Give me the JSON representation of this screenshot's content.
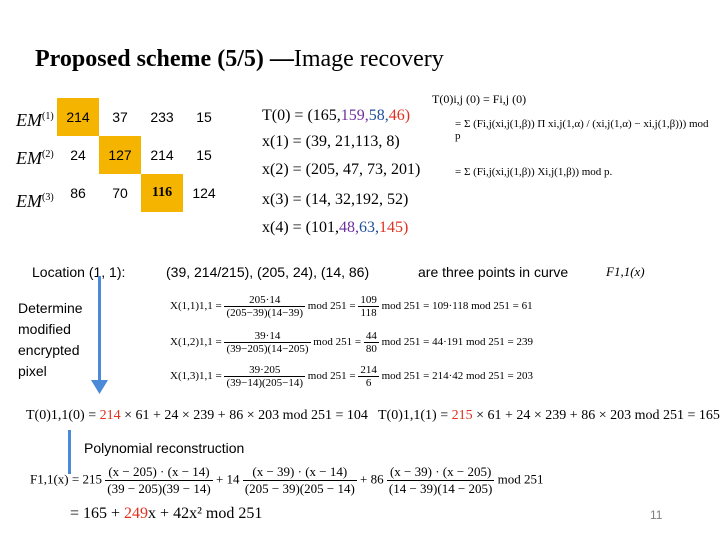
{
  "title": {
    "main": "Proposed scheme (5/5) —",
    "sub": "Image recovery"
  },
  "em_labels": [
    "EM",
    "EM",
    "EM"
  ],
  "em_sups": [
    "(1)",
    "(2)",
    "(3)"
  ],
  "table": {
    "rows": [
      [
        "214",
        "37",
        "233",
        "15"
      ],
      [
        "24",
        "127",
        "214",
        "15"
      ],
      [
        "86",
        "70",
        "116",
        "124"
      ]
    ]
  },
  "t0": {
    "lhs": "T(0) = (165,",
    "v2": "159,",
    "v3": "58,",
    "v4": "46)"
  },
  "x1": {
    "lhs": "x(1) = (39, 21,113, 8)"
  },
  "x2": {
    "lhs": "x(2) = (205, 47, 73, 201)"
  },
  "x3": {
    "lhs": "x(3) = (14, 32,192, 52)"
  },
  "x4": {
    "lhs": "x(4) = (101,",
    "v2": "48,",
    "v3": "63,",
    "v4": "145)"
  },
  "formula": {
    "top": "T(0)i,j (0) = Fi,j (0)",
    "line1": "= Σ (Fi,j(xi,j(1,β)) Π xi,j(1,α) / (xi,j(1,α) − xi,j(1,β)))  mod p",
    "line2": "= Σ (Fi,j(xi,j(1,β)) Xi,j(1,β))  mod p."
  },
  "location": {
    "label": "Location (1, 1):",
    "points": "(39, 214/215), (205, 24),  (14, 86)",
    "tail": "are three points in curve",
    "curve": "F1,1(x)"
  },
  "determine": {
    "l1": "Determine",
    "l2": "modified",
    "l3": "encrypted",
    "l4": "pixel"
  },
  "x_eq": {
    "e1_lhs": "X(1,1)1,1 =",
    "e1_num": "205·14",
    "e1_den": "(205−39)(14−39)",
    "e1_mid": "mod 251 =",
    "e1_fn": "109",
    "e1_fd": "118",
    "e1_tail": "mod 251 = 109·118 mod 251 = 61",
    "e2_lhs": "X(1,2)1,1 =",
    "e2_num": "39·14",
    "e2_den": "(39−205)(14−205)",
    "e2_mid": "mod 251 =",
    "e2_fn": "44",
    "e2_fd": "80",
    "e2_tail": "mod 251 = 44·191 mod 251 = 239",
    "e3_lhs": "X(1,3)1,1 =",
    "e3_num": "39·205",
    "e3_den": "(39−14)(205−14)",
    "e3_mid": "mod 251 =",
    "e3_fn": "214",
    "e3_fd": "6",
    "e3_tail": "mod 251 = 214·42 mod 251 = 203"
  },
  "t_eq": {
    "left_lhs": "T(0)1,1(0) =",
    "left_red": "214",
    "left_rest": "× 61 + 24 × 239 + 86 × 203 mod 251 = 104",
    "right_lhs": "T(0)1,1(1) =",
    "right_red": "215",
    "right_rest": "× 61 + 24 × 239 + 86 × 203 mod 251 = 165"
  },
  "poly": {
    "label": "Polynomial reconstruction",
    "lhs": "F1,1(x) = 215",
    "f1_num": "(x − 205) · (x − 14)",
    "f1_den": "(39 − 205)(39 − 14)",
    "plus14": "+ 14",
    "f2_num": "(x − 39) · (x − 14)",
    "f2_den": "(205 − 39)(205 − 14)",
    "plus86": "+ 86",
    "f3_num": "(x − 39) · (x − 205)",
    "f3_den": "(14 − 39)(14 − 205)",
    "mod": "mod 251",
    "res_a": "= 165 +",
    "res_red": "249",
    "res_b": "x + 42x² mod 251"
  },
  "page_number": "11"
}
